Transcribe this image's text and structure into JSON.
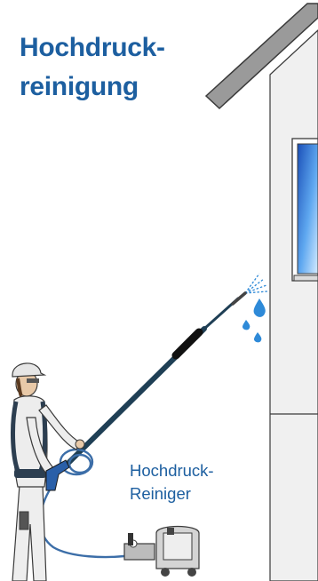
{
  "title": {
    "line1": "Hochdruck-",
    "line2": "reinigung"
  },
  "device_label": {
    "line1": "Hochdruck-",
    "line2": "Reiniger"
  },
  "colors": {
    "heading": "#1d5fa0",
    "wall": "#f0f0f0",
    "outline": "#3a3a3a",
    "lance": "#1f3f55",
    "water": "#2e8ad8",
    "hose": "#3c6ea8"
  }
}
